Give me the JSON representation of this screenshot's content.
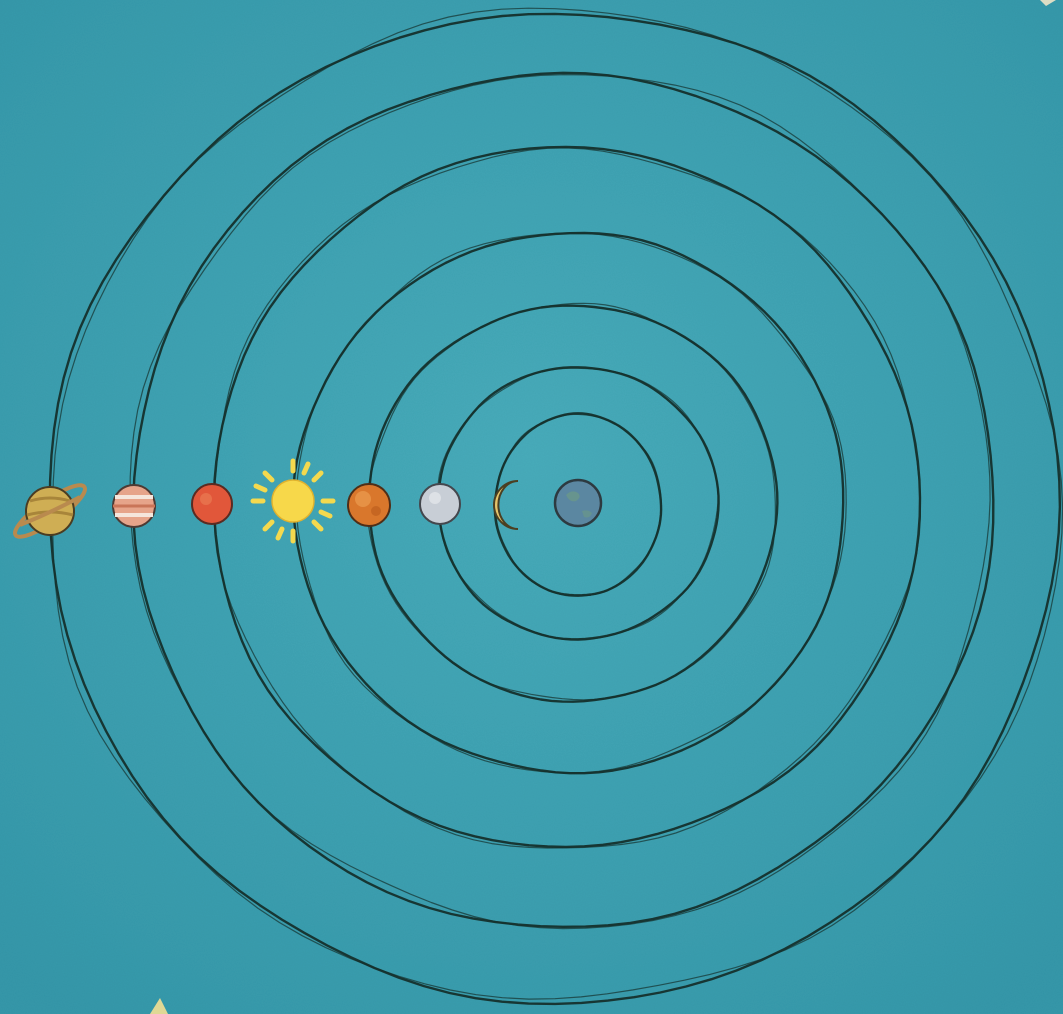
{
  "diagram": {
    "model": "geocentric",
    "background_color": "#3ea3b3",
    "orbit_color": "#15302c",
    "bodies_center_to_edge": [
      {
        "name": "earth",
        "icon": "earth-icon",
        "color": "#5a86a0"
      },
      {
        "name": "moon",
        "icon": "crescent-moon-icon",
        "color": "#e3c46a"
      },
      {
        "name": "mercury",
        "icon": "mercury-icon",
        "color": "#c7cdd6"
      },
      {
        "name": "venus",
        "icon": "venus-icon",
        "color": "#d8782e"
      },
      {
        "name": "sun",
        "icon": "sun-icon",
        "color": "#f7d84a"
      },
      {
        "name": "mars",
        "icon": "mars-icon",
        "color": "#e15a3a"
      },
      {
        "name": "jupiter",
        "icon": "jupiter-icon",
        "color": "#e09878"
      },
      {
        "name": "saturn",
        "icon": "saturn-icon",
        "color": "#d4b055"
      }
    ],
    "orbit_count": 7
  }
}
